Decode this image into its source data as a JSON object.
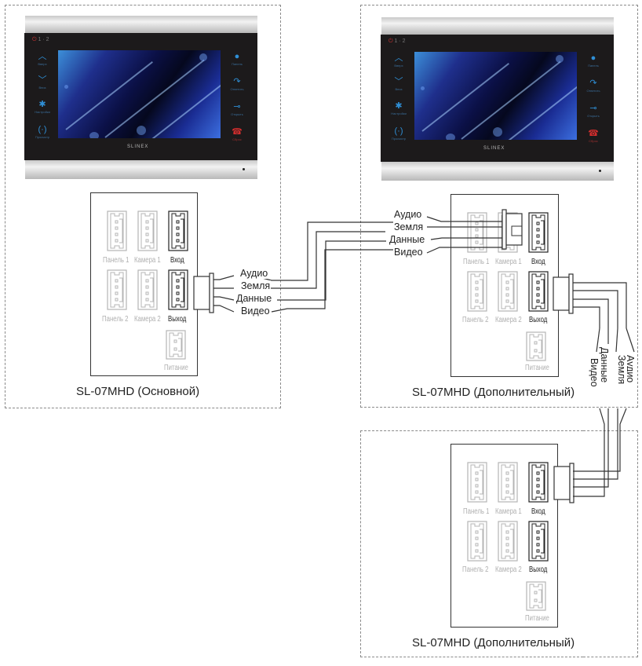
{
  "diagram": {
    "title": "SL-07MHD multi-monitor wiring",
    "units": [
      {
        "id": "main",
        "caption": "SL-07MHD (Основной)",
        "brand": "SLINEX",
        "has_monitor_image": true
      },
      {
        "id": "extra1",
        "caption": "SL-07MHD (Дополнительный)",
        "brand": "SLINEX",
        "has_monitor_image": true
      },
      {
        "id": "extra2",
        "caption": "SL-07MHD (Дополнительный)",
        "has_monitor_image": false
      }
    ],
    "monitor": {
      "power_indicator": "1 · 2",
      "left_buttons": [
        {
          "icon": "chevron-up-icon",
          "glyph": "︿",
          "label": "Вверх"
        },
        {
          "icon": "chevron-down-icon",
          "glyph": "﹀",
          "label": "Вниз"
        },
        {
          "icon": "gear-icon",
          "glyph": "✱",
          "label": "Настройки"
        },
        {
          "icon": "monitor-view-icon",
          "glyph": "(·)",
          "label": "Просмотр"
        }
      ],
      "right_buttons": [
        {
          "icon": "user-icon",
          "glyph": "👤",
          "label": "Панель"
        },
        {
          "icon": "phone-icon",
          "glyph": "↷",
          "label": "Ответить"
        },
        {
          "icon": "key-icon",
          "glyph": "⊸",
          "label": "Открыть"
        },
        {
          "icon": "hangup-icon",
          "glyph": "☎",
          "label": "Сброс"
        }
      ]
    },
    "connectors": {
      "panel1": "Панель 1",
      "camera1": "Камера 1",
      "input": "Вход",
      "panel2": "Панель 2",
      "camera2": "Камера 2",
      "output": "Выход",
      "power": "Питание"
    },
    "wires": [
      "Аудио",
      "Земля",
      "Данные",
      "Видео"
    ],
    "colors": {
      "wire": "#333333",
      "inactive_connector": "#b5b5b5",
      "active_connector": "#222222",
      "dashed_border": "#8a8a8a",
      "screen_blue": "#1f2f8c"
    }
  }
}
